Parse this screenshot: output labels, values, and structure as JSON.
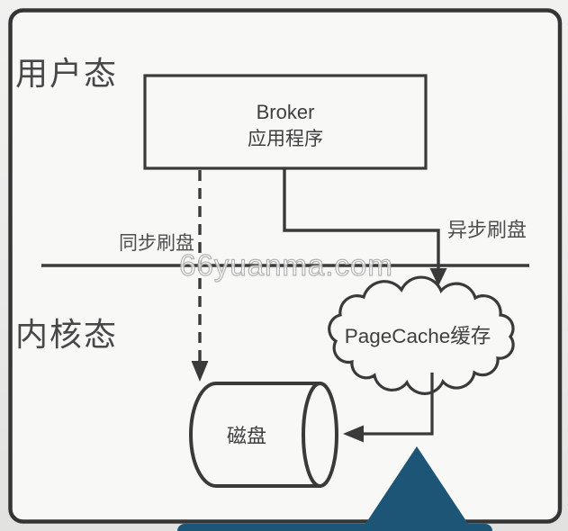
{
  "diagram": {
    "zones": {
      "user_mode_label": "用户态",
      "kernel_mode_label": "内核态"
    },
    "broker_box": {
      "line1": "Broker",
      "line2": "应用程序"
    },
    "edges": {
      "sync_flush_label": "同步刷盘",
      "async_flush_label": "异步刷盘"
    },
    "nodes": {
      "pagecache_label": "PageCache缓存",
      "disk_label": "磁盘"
    },
    "watermark": "66yuanma.com",
    "colors": {
      "line": "#3a3a3a",
      "panel_background": "#f8f8f6",
      "outer_background": "#e9e9e9",
      "callout_navy": "#1d5577",
      "watermark_gray": "#c9c9c9"
    }
  }
}
